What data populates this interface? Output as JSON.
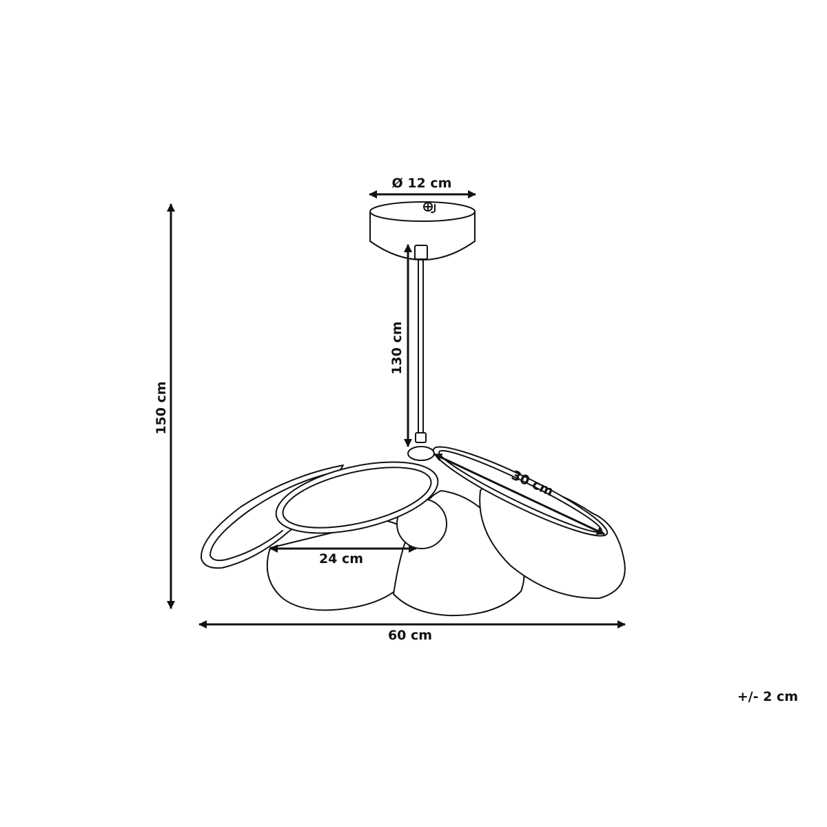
{
  "dimensions": {
    "canopy_diameter": "Ø 12 cm",
    "cord_length": "130 cm",
    "total_height": "150 cm",
    "petal_length": "30 cm",
    "petal_width": "24 cm",
    "total_width": "60 cm"
  },
  "tolerance": "+/- 2 cm",
  "colors": {
    "line": "#111111",
    "background": "#ffffff"
  }
}
